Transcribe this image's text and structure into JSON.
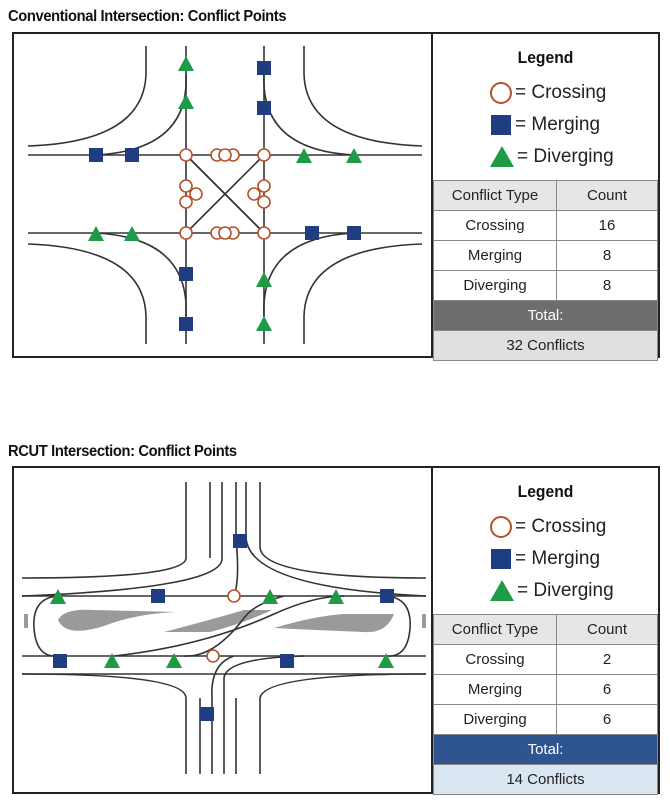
{
  "colors": {
    "crossing": "#b5522a",
    "merging": "#1f3d80",
    "diverging": "#1f9a46",
    "total_conventional_bg": "#6d6d6d",
    "total_conventional_value_bg": "#e0e0e0",
    "total_rcut_bg": "#2f5590",
    "total_rcut_value_bg": "#d9e6f2"
  },
  "conventional": {
    "title": "Conventional Intersection: Conflict Points",
    "legend": {
      "title": "Legend",
      "crossing": "= Crossing",
      "merging": "= Merging",
      "diverging": "= Diverging"
    },
    "table": {
      "headers": [
        "Conflict Type",
        "Count"
      ],
      "rows": [
        {
          "type": "Crossing",
          "count": "16"
        },
        {
          "type": "Merging",
          "count": "8"
        },
        {
          "type": "Diverging",
          "count": "8"
        }
      ],
      "total_label": "Total:",
      "total_value": "32 Conflicts"
    }
  },
  "rcut": {
    "title": "RCUT Intersection: Conflict Points",
    "legend": {
      "title": "Legend",
      "crossing": "= Crossing",
      "merging": "= Merging",
      "diverging": "= Diverging"
    },
    "table": {
      "headers": [
        "Conflict Type",
        "Count"
      ],
      "rows": [
        {
          "type": "Crossing",
          "count": "2"
        },
        {
          "type": "Merging",
          "count": "6"
        },
        {
          "type": "Diverging",
          "count": "6"
        }
      ],
      "total_label": "Total:",
      "total_value": "14 Conflicts"
    }
  }
}
